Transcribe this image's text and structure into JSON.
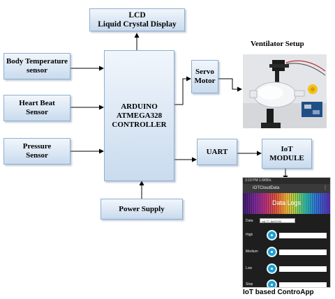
{
  "blocks": {
    "lcd": {
      "line1": "LCD",
      "line2": "Liquid Crystal Display"
    },
    "body_temp": {
      "line1": "Body Temperature",
      "line2": "sensor"
    },
    "heart_beat": {
      "line1": "Heart Beat",
      "line2": "Sensor"
    },
    "pressure": {
      "line1": "Pressure",
      "line2": "Sensor"
    },
    "arduino": {
      "line1": "ARDUINO",
      "line2": "ATMEGA328",
      "line3": "CONTROLLER"
    },
    "power_supply": {
      "label": "Power Supply"
    },
    "servo": {
      "line1": "Servo",
      "line2": "Motor"
    },
    "uart": {
      "label": "UART"
    },
    "iot": {
      "line1": "IoT",
      "line2": "MODULE"
    }
  },
  "captions": {
    "ventilator": "Ventilator Setup",
    "app": "IoT based ControApp"
  },
  "phone": {
    "status_time": "3:19 PM 1.6KB/s",
    "app_title": "IOTCloudData",
    "banner_title": "Data Logs",
    "data_label": "Data",
    "data_value": "cdj:77_8aO0:94",
    "rows": [
      {
        "label": "High"
      },
      {
        "label": "Medium"
      },
      {
        "label": "Low"
      },
      {
        "label": "Stop"
      }
    ]
  }
}
